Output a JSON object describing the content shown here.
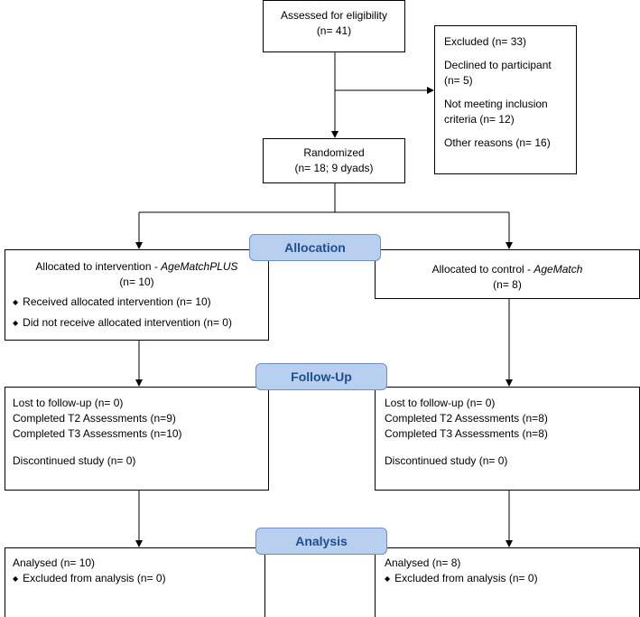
{
  "enrollment": {
    "assessed": [
      "Assessed for eligibility",
      "(n= 41)"
    ],
    "excluded": {
      "title": "Excluded (n= 33)",
      "reasons": [
        [
          "Declined to participant",
          "(n= 5)"
        ],
        [
          "Not meeting inclusion",
          "criteria (n= 12)"
        ],
        [
          "Other reasons (n= 16)"
        ]
      ]
    },
    "randomized": [
      "Randomized",
      "(n= 18; 9 dyads)"
    ]
  },
  "stages": {
    "allocation": "Allocation",
    "followup": "Follow-Up",
    "analysis": "Analysis"
  },
  "intervention": {
    "allocation": {
      "label_prefix": "Allocated to intervention - ",
      "label_arm": "AgeMatchPLUS",
      "n": "(n= 10)",
      "received": "Received allocated intervention (n= 10)",
      "not_received": "Did not receive allocated intervention (n= 0)"
    },
    "followup": {
      "lost": "Lost to follow-up (n= 0)",
      "t2": "Completed T2 Assessments (n=9)",
      "t3": "Completed T3 Assessments (n=10)",
      "discontinued": "Discontinued study (n= 0)"
    },
    "analysis": {
      "analysed": "Analysed (n= 10)",
      "excluded": "Excluded from analysis (n= 0)"
    }
  },
  "control": {
    "allocation": {
      "label_prefix": "Allocated to control - ",
      "label_arm": "AgeMatch",
      "n": "(n= 8)"
    },
    "followup": {
      "lost": "Lost to follow-up (n= 0)",
      "t2": "Completed T2 Assessments (n=8)",
      "t3": "Completed T3 Assessments (n=8)",
      "discontinued": "Discontinued study (n= 0)"
    },
    "analysis": {
      "analysed": "Analysed (n= 8)",
      "excluded": "Excluded from analysis (n= 0)"
    }
  },
  "glyphs": {
    "bullet": "◆"
  },
  "colors": {
    "stage_fill": "#b9cff0",
    "stage_border": "#6d8fc6",
    "stage_text": "#1f4e8c",
    "line": "#000000"
  }
}
